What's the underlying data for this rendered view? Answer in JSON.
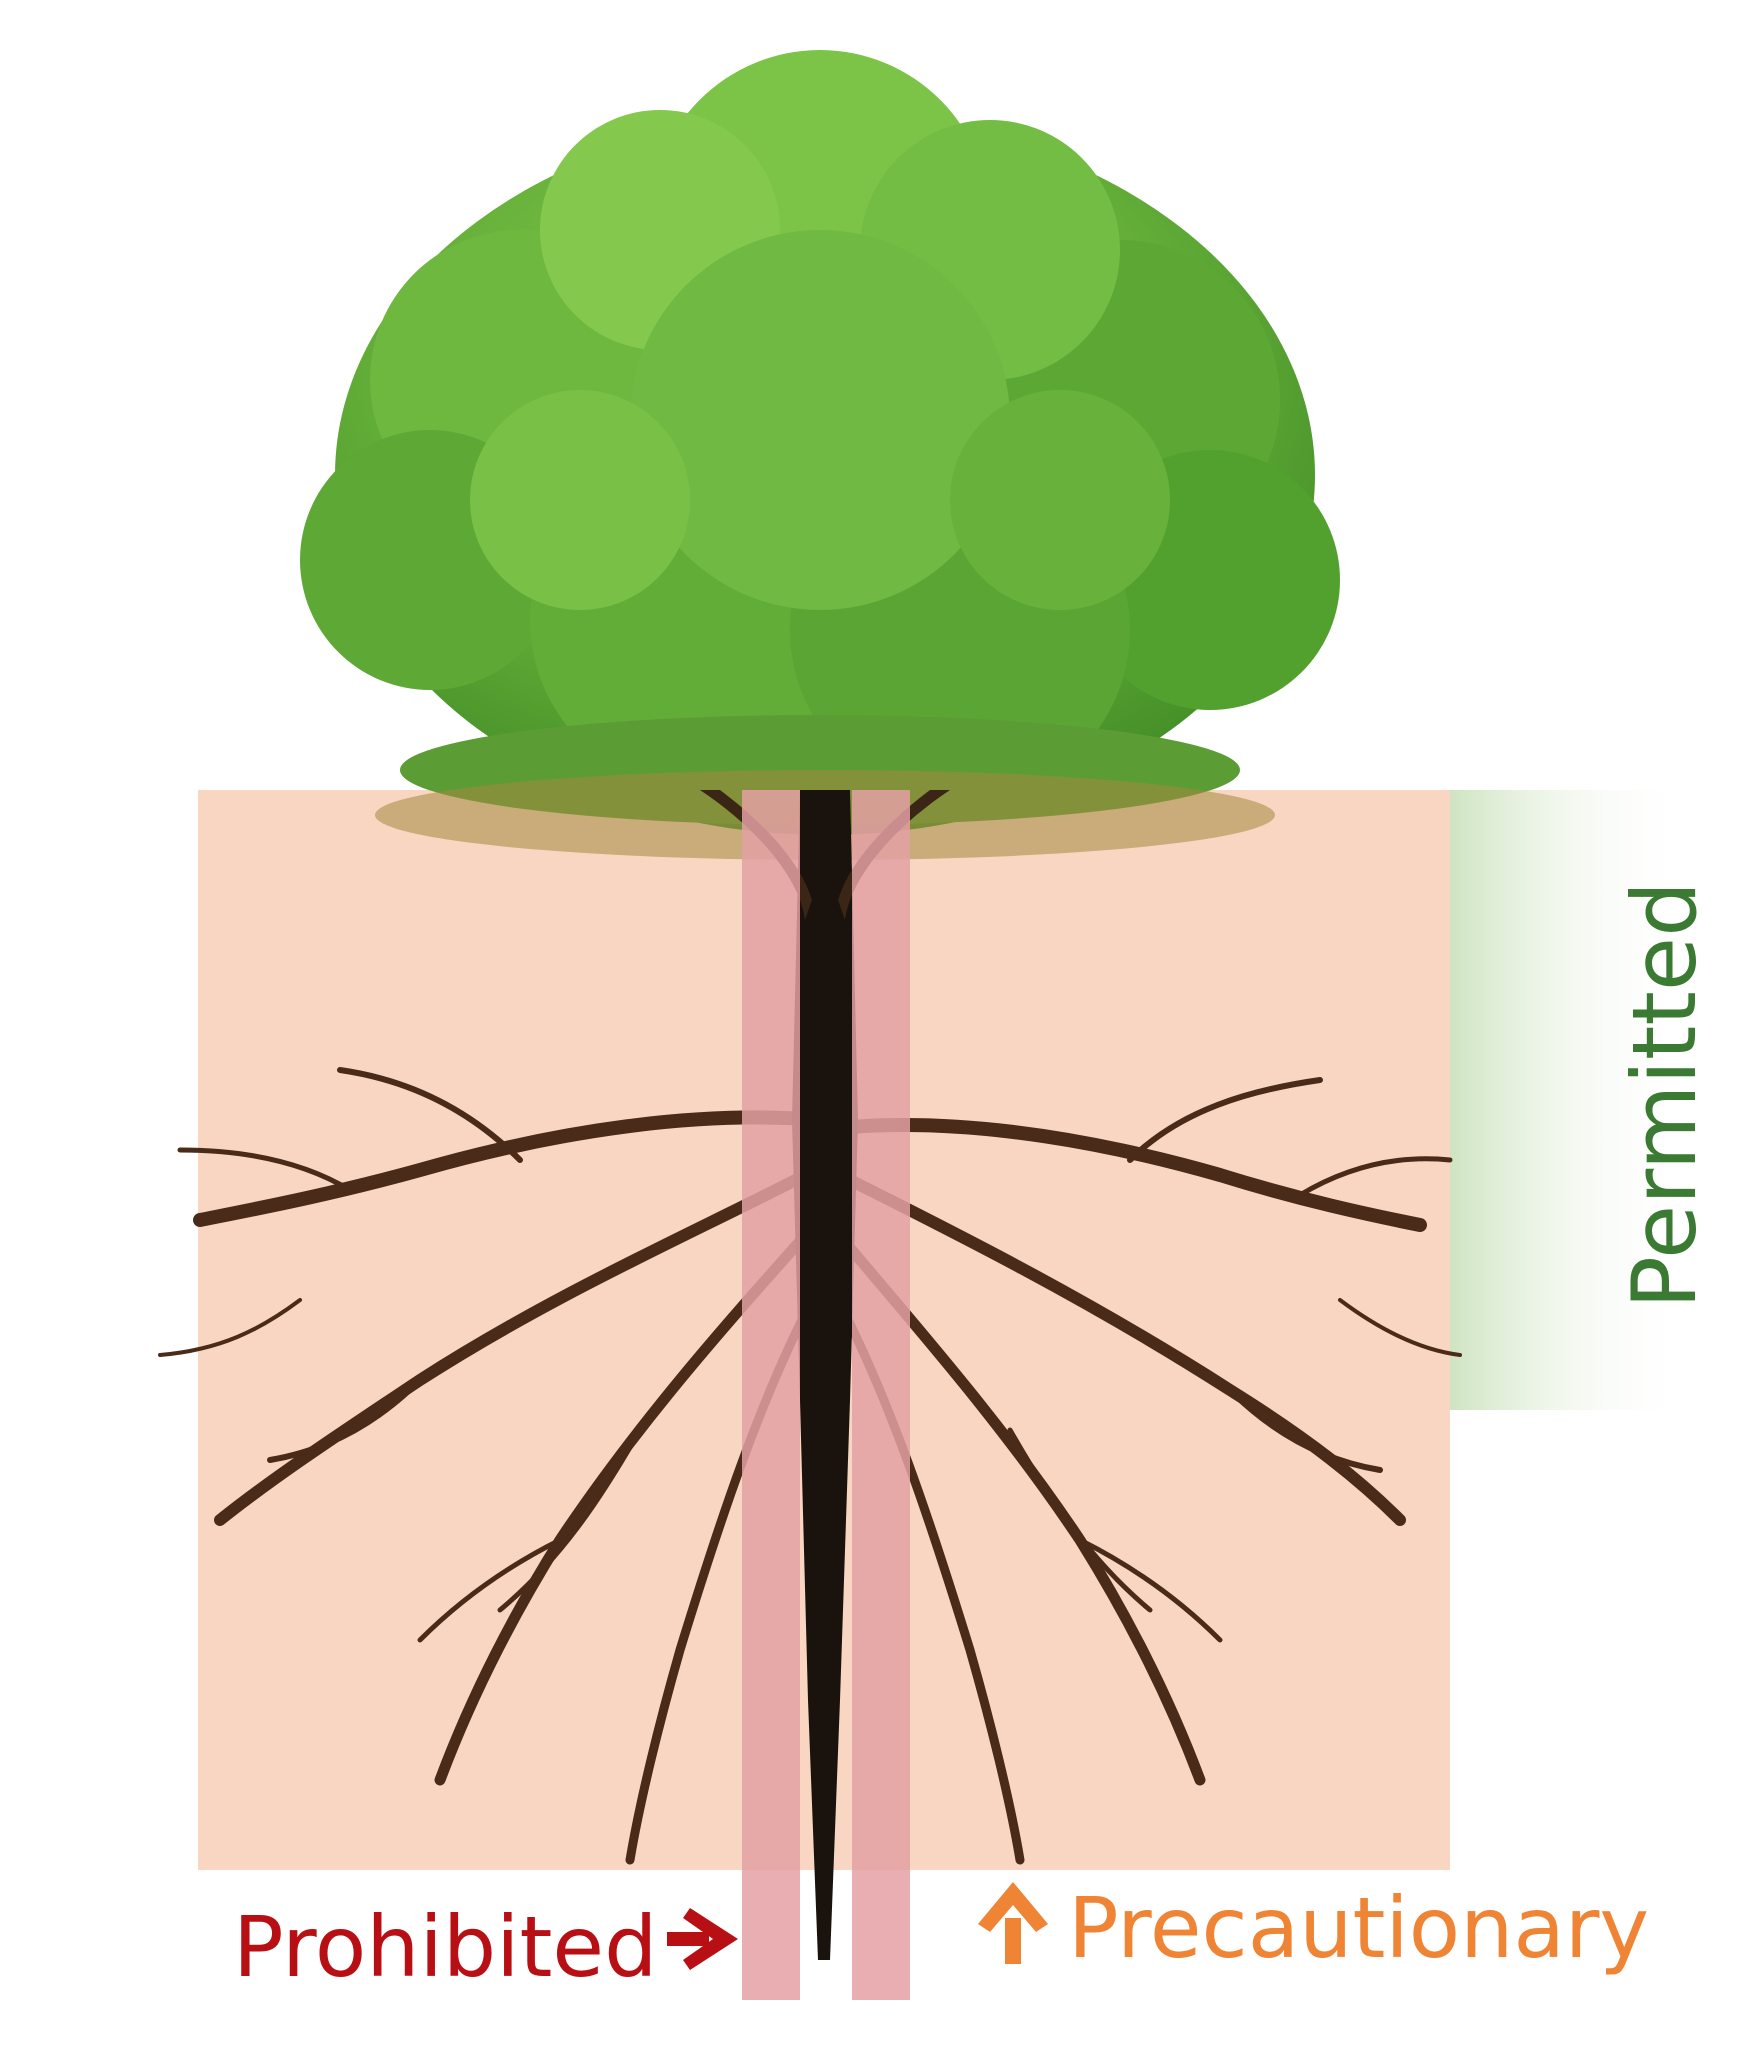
{
  "labels": {
    "permitted": "Permitted",
    "prohibited": "Prohibited",
    "precautionary": "Precautionary"
  },
  "icons": {
    "prohibited_arrow": "arrow-right-icon",
    "precautionary_arrow": "arrow-up-icon"
  },
  "colors": {
    "permitted_zone": "#f8d6c1",
    "permitted_band": "#dcebd3",
    "permitted_text": "#3a7a32",
    "prohibited_zone": "#e4a0a3",
    "prohibited_text": "#b80f14",
    "precautionary_text": "#ee8434",
    "foliage": "#6ab43e",
    "roots": "#4a2a18"
  }
}
